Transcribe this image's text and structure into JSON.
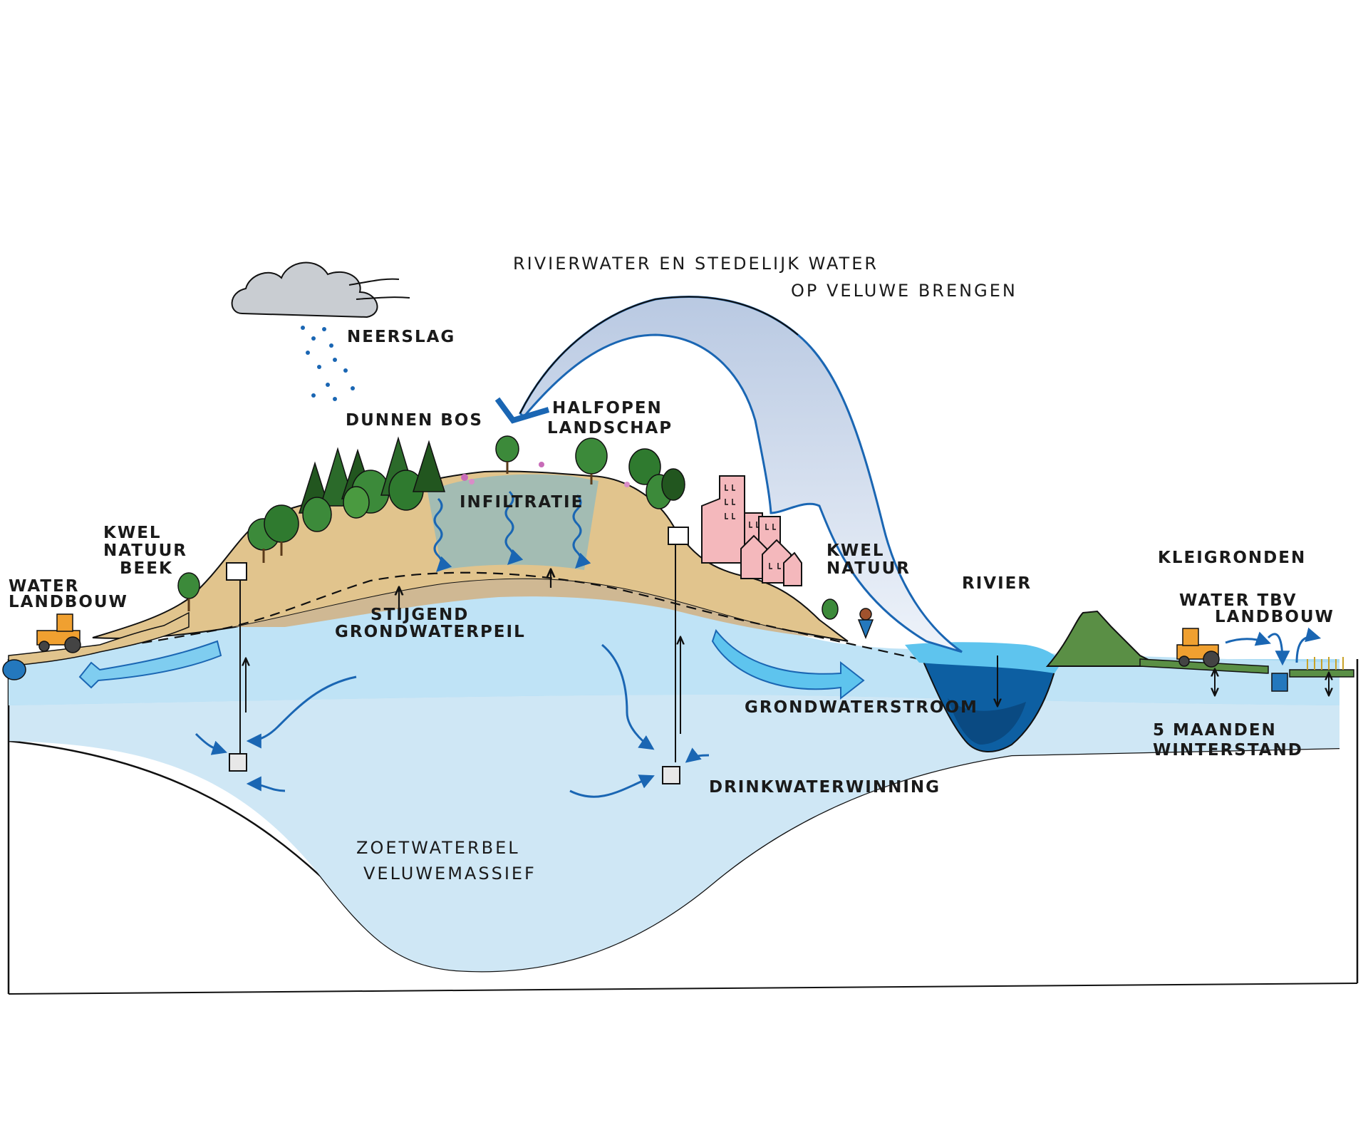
{
  "labels": {
    "top_title_line1": "RIVIERWATER  EN  STEDELIJK WATER",
    "top_title_line2": "OP VELUWE BRENGEN",
    "neerslag": "NEERSLAG",
    "dunnen_bos": "DUNNEN BOS",
    "halfopen_line1": "HALFOPEN",
    "halfopen_line2": "LANDSCHAP",
    "infiltratie": "INFILTRATIE",
    "kwel_left_line1": "KWEL",
    "kwel_left_line2": "NATUUR",
    "beek": "BEEK",
    "water_landbouw_line1": "WATER",
    "water_landbouw_line2": "LANDBOUW",
    "stijgend_line1": "STIJGEND",
    "stijgend_line2": "GRONDWATERPEIL",
    "kwel_right_line1": "KWEL",
    "kwel_right_line2": "NATUUR",
    "rivier": "RIVIER",
    "kleigronden": "KLEIGRONDEN",
    "water_tbv_line1": "WATER TBV",
    "water_tbv_line2": "LANDBOUW",
    "grondwaterstroom": "GRONDWATERSTROOM",
    "maanden_line1": "5 MAANDEN",
    "maanden_line2": "WINTERSTAND",
    "drinkwaterwinning": "DRINKWATERWINNING",
    "zoetwaterbel_line1": "ZOETWATERBEL",
    "zoetwaterbel_line2": "VELUWEMASSIEF"
  },
  "colors": {
    "deep_water": "#cfe7f5",
    "shallow_water": "#9fd6f2",
    "bright_water": "#5ec4ee",
    "sand": "#e1c48d",
    "sand_dark": "#cdb48a",
    "infiltration": "#9fbcb5",
    "river_dark": "#0d5fa2",
    "river_mid": "#2478bd",
    "tree_green": "#3c8a3a",
    "tree_dark": "#22561f",
    "dike_green": "#5a8f45",
    "building_pink": "#f4b8bc",
    "tractor_orange": "#f0a030",
    "arc_fill": "#c7d4e8",
    "arrow_blue": "#1a66b3",
    "outline": "#111111"
  }
}
